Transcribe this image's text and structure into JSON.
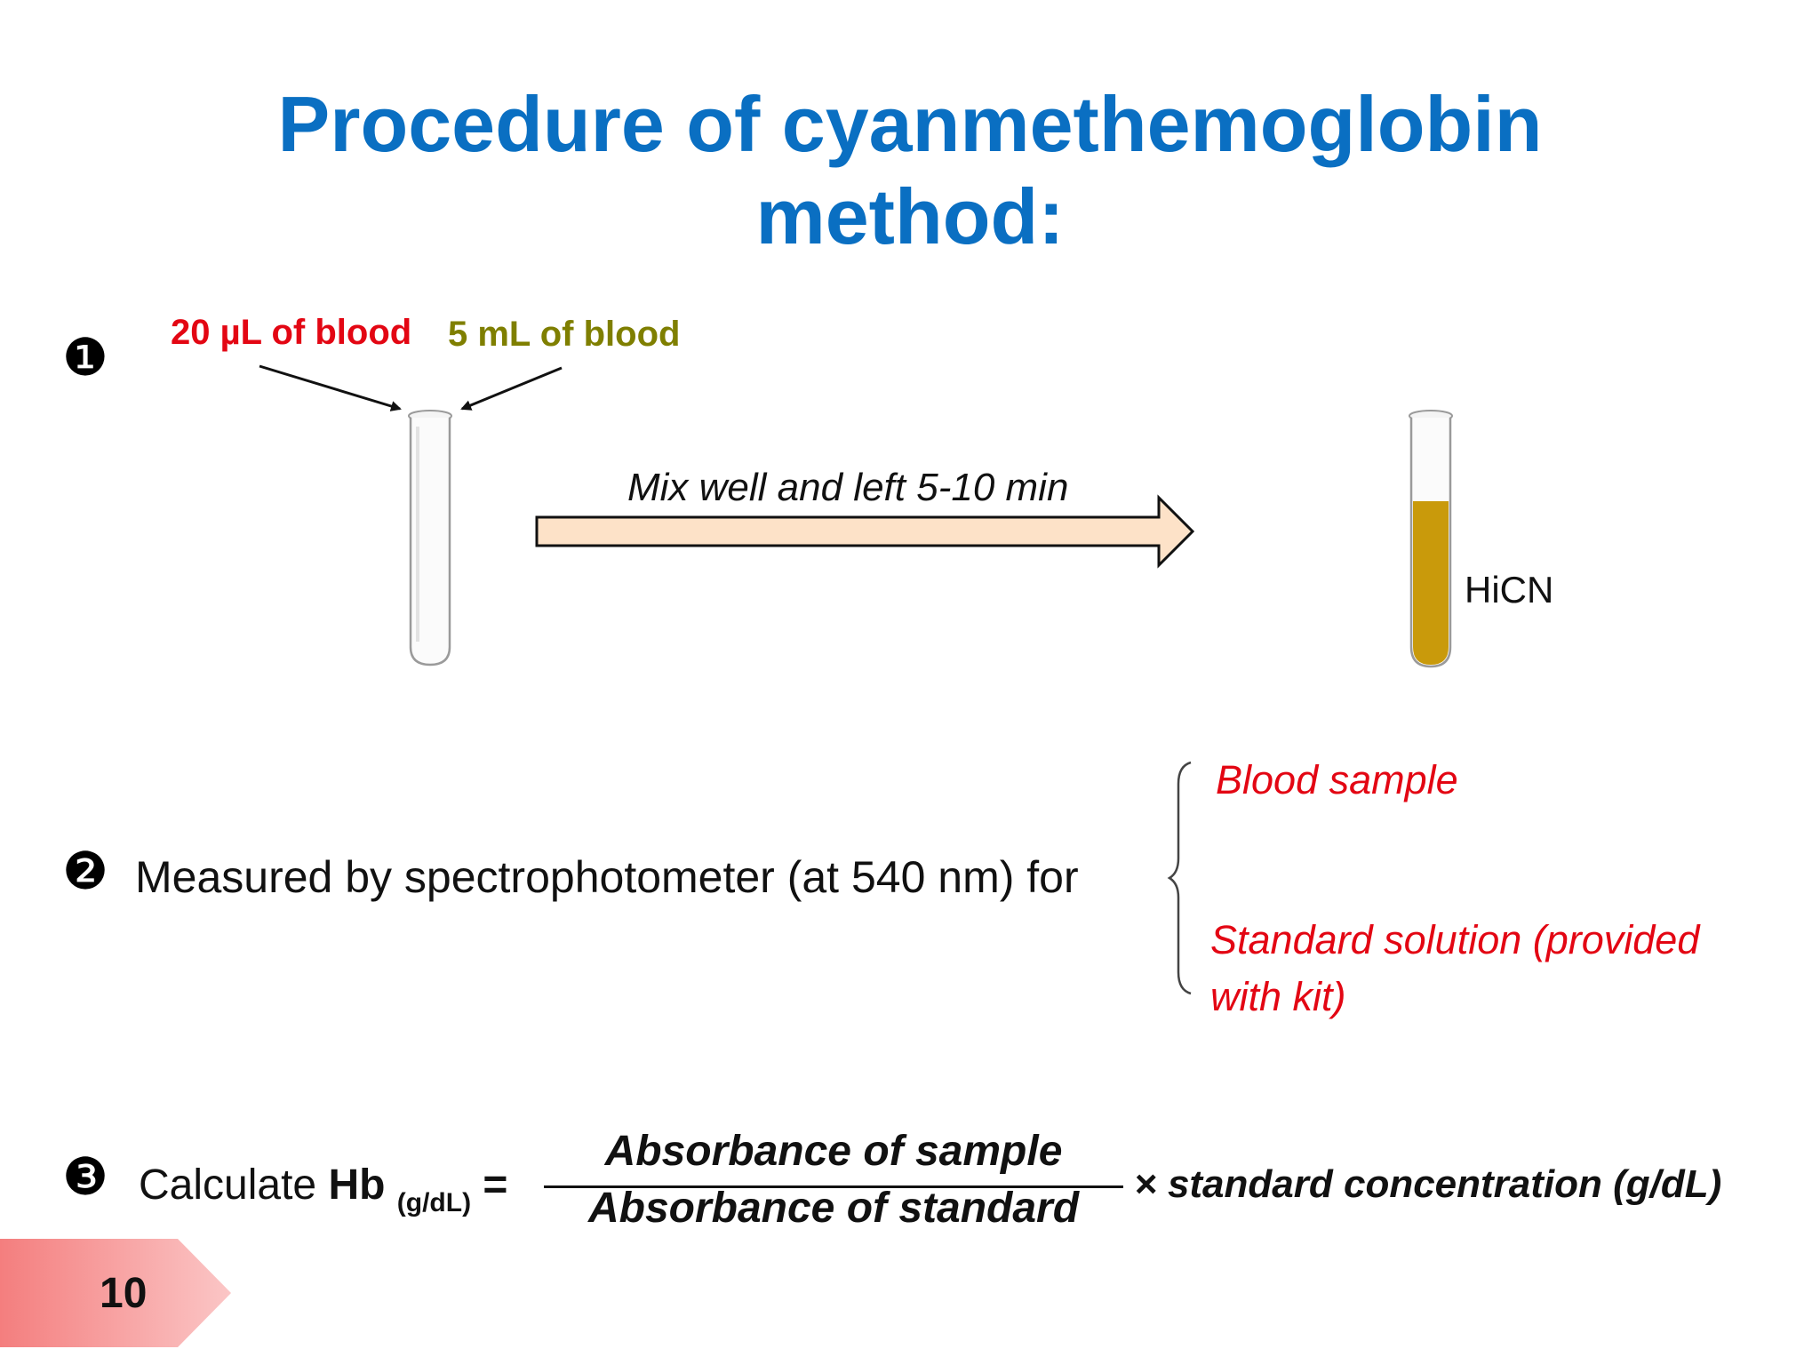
{
  "title": {
    "line1": "Procedure of cyanmethemoglobin",
    "line2": "method:"
  },
  "step1": {
    "number_icon": "❶",
    "blood_small_label": "20 µL of blood",
    "blood_large_label": "5 mL of blood",
    "mix_label": "Mix well and left 5-10 min",
    "product_label": "HiCN"
  },
  "step2": {
    "number_icon": "❷",
    "text": "Measured by spectrophotometer (at 540 nm) for",
    "options": [
      "Blood sample",
      "Standard solution (provided with kit)"
    ]
  },
  "step3": {
    "number_icon": "❸",
    "prefix": "Calculate",
    "variable": "Hb",
    "unit": "(g/dL)",
    "equals": "=",
    "numerator": "Absorbance of sample",
    "denominator": "Absorbance of standard",
    "times": "×",
    "multiplier": "standard concentration (g/dL)"
  },
  "page_number": "10",
  "colors": {
    "title": "#0A6FC2",
    "red_text": "#E30613",
    "olive_text": "#7F7F00",
    "arrow_fill": "#FDE2C8",
    "hicn_liquid": "#C99A0B",
    "page_tab": "#F9A1A1"
  }
}
